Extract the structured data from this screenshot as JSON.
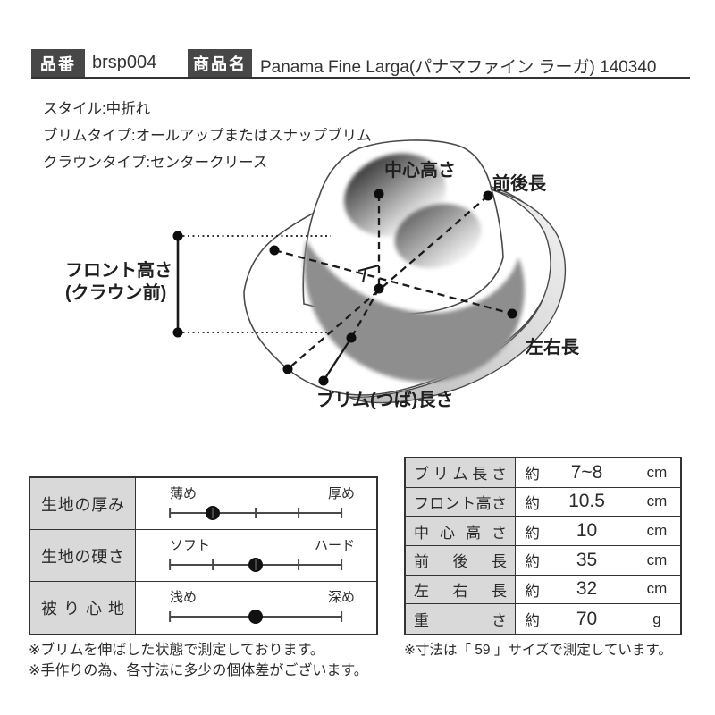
{
  "header": {
    "item_label": "品番",
    "item_value": "brsp004",
    "name_label": "商品名",
    "name_value": "Panama Fine Larga(パナマファイン ラーガ) 140340"
  },
  "specs": {
    "style": "スタイル:中折れ",
    "brim_type": "ブリムタイプ:オールアップまたはスナップブリム",
    "crown_type": "クラウンタイプ:センタークリース"
  },
  "diagram": {
    "center_height": "中心高さ",
    "front_back_length": "前後長",
    "front_height_line1": "フロント高さ",
    "front_height_line2": "(クラウン前)",
    "left_right_length": "左右長",
    "brim_length": "ブリム(つば)長さ"
  },
  "attribute_sliders": {
    "rows": [
      {
        "label": "生地の厚み",
        "min": "薄め",
        "max": "厚め",
        "value_pct": 25,
        "ticks_pct": [
          0,
          25,
          50,
          75,
          100
        ]
      },
      {
        "label": "生地の硬さ",
        "min": "ソフト",
        "max": "ハード",
        "value_pct": 50,
        "ticks_pct": [
          0,
          25,
          50,
          75,
          100
        ]
      },
      {
        "label": "被り心地",
        "min": "浅め",
        "max": "深め",
        "value_pct": 50,
        "ticks_pct": [
          0,
          100
        ]
      }
    ]
  },
  "size_table": {
    "rows": [
      {
        "label": "ブリム長さ",
        "approx": "約",
        "value": "7~8",
        "unit": "cm"
      },
      {
        "label": "フロント高さ",
        "approx": "約",
        "value": "10.5",
        "unit": "cm"
      },
      {
        "label": "中心高さ",
        "approx": "約",
        "value": "10",
        "unit": "cm"
      },
      {
        "label": "前後長",
        "approx": "約",
        "value": "35",
        "unit": "cm"
      },
      {
        "label": "左右長",
        "approx": "約",
        "value": "32",
        "unit": "cm"
      },
      {
        "label": "重さ",
        "approx": "約",
        "value": "70",
        "unit": "g"
      }
    ]
  },
  "footnotes": {
    "left1": "※ブリムを伸ばした状態で測定しております。",
    "left2": "※手作りの為、各寸法に多少の個体差がございます。",
    "right": "※寸法は「 59 」サイズで測定しています。"
  },
  "colors": {
    "badge_bg": "#474747",
    "table_header_bg": "#d9d9d9",
    "line_color": "#1a1a1a",
    "band_gray": "#8e8e8e"
  }
}
